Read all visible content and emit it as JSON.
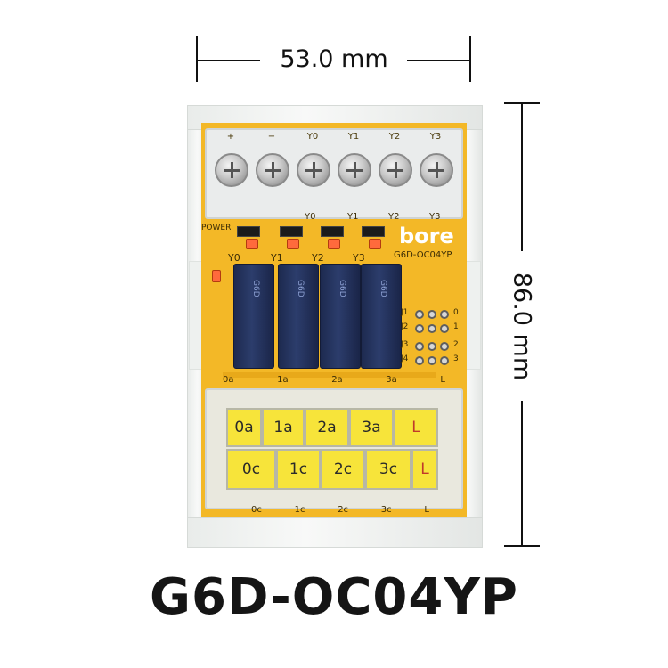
{
  "dimensions": {
    "width_label": "53.0 mm",
    "height_label": "86.0 mm"
  },
  "model_name": "G6D-OC04YP",
  "board": {
    "brand": "bore",
    "board_model": "G6D-OC04YP",
    "power_label": "POWER",
    "top_terminal_labels": [
      "+",
      "−",
      "Y0",
      "Y1",
      "Y2",
      "Y3"
    ],
    "led_labels": [
      "Y0",
      "Y1",
      "Y2",
      "Y3"
    ],
    "relay_text": "G6D",
    "jumper_labels": [
      "J1",
      "J2",
      "J3",
      "J4"
    ],
    "jumper_numbers": [
      "0",
      "1",
      "2",
      "3"
    ],
    "silk_bottom_top": [
      "0a",
      "1a",
      "2a",
      "3a",
      "L"
    ],
    "silk_bottom_bottom": [
      "0c",
      "1c",
      "2c",
      "3c",
      "L"
    ]
  },
  "bottom_terminal": {
    "row_top": [
      "0a",
      "1a",
      "2a",
      "3a",
      "L"
    ],
    "row_bottom": [
      "0c",
      "1c",
      "2c",
      "3c",
      "L"
    ]
  },
  "colors": {
    "pcb": "#f3b827",
    "relay": "#1d2a4f",
    "terminal_label": "#f7e43a",
    "led": "#ff6a3c"
  }
}
